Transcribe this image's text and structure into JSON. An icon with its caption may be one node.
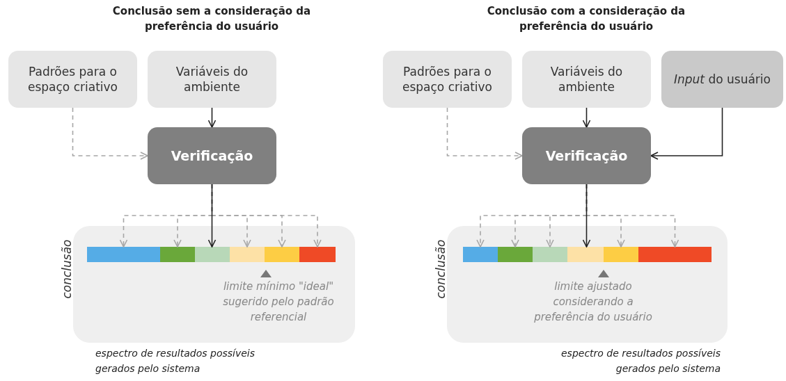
{
  "diagram": {
    "nodes": [
      {
        "text": [
          "Padrões para o espaço criativo"
        ]
      },
      {
        "text": [
          "Variáveis do ambiente"
        ]
      },
      {
        "text": [
          "Verificação"
        ]
      },
      {
        "text": [
          "conclusão",
          "limite mínimo \"ideal\" sugerido pelo padrão referencial"
        ],
        "beside": [
          "espectro de resultados possíveis gerados pelo sistema"
        ]
      },
      {
        "text": [],
        "shape": "bar",
        "in": 3
      },
      {
        "text": [],
        "shape": "bar",
        "in": 3
      },
      {
        "text": [],
        "shape": "bar",
        "in": 3
      },
      {
        "text": [],
        "shape": "bar",
        "in": 3
      },
      {
        "text": [],
        "shape": "bar",
        "in": 3
      },
      {
        "text": [],
        "shape": "bar",
        "in": 3
      },
      {
        "text": [
          "Padrões para o espaço criativo"
        ]
      },
      {
        "text": [
          "Variáveis do ambiente"
        ]
      },
      {
        "text": [
          "*Input* do usuário"
        ]
      },
      {
        "text": [
          "Verificação"
        ]
      },
      {
        "text": [
          "conclusão",
          "limite ajustado considerando a preferência do usuário"
        ],
        "beside": [
          "espectro de resultados possíveis gerados pelo sistema"
        ]
      },
      {
        "text": [],
        "shape": "bar",
        "in": 14
      },
      {
        "text": [],
        "shape": "bar",
        "in": 14
      },
      {
        "text": [],
        "shape": "bar",
        "in": 14
      },
      {
        "text": [],
        "shape": "bar",
        "in": 14
      },
      {
        "text": [],
        "shape": "bar",
        "in": 14
      },
      {
        "text": [],
        "shape": "bar",
        "in": 14
      }
    ],
    "edges": [
      {
        "from": 0,
        "to": 2,
        "arrow": "to",
        "style": "dashed"
      },
      {
        "from": 1,
        "to": 2,
        "arrow": "to",
        "color": "#222222"
      },
      {
        "from": 2,
        "to": 4,
        "arrow": "to",
        "style": "dashed"
      },
      {
        "from": 2,
        "to": 5,
        "arrow": "to",
        "style": "dashed"
      },
      {
        "from": 2,
        "to": 6,
        "arrow": "to",
        "color": "#222222"
      },
      {
        "from": 2,
        "to": 7,
        "arrow": "to",
        "style": "dashed"
      },
      {
        "from": 2,
        "to": 8,
        "arrow": "to",
        "style": "dashed"
      },
      {
        "from": 2,
        "to": 9,
        "arrow": "to",
        "style": "dashed"
      },
      {
        "from": 10,
        "to": 13,
        "arrow": "to",
        "style": "dashed"
      },
      {
        "from": 11,
        "to": 13,
        "arrow": "to",
        "color": "#222222"
      },
      {
        "from": 12,
        "to": 13,
        "arrow": "to",
        "color": "#222222"
      },
      {
        "from": 13,
        "to": 15,
        "arrow": "to",
        "style": "dashed"
      },
      {
        "from": 13,
        "to": 16,
        "arrow": "to",
        "style": "dashed"
      },
      {
        "from": 13,
        "to": 17,
        "arrow": "to",
        "style": "dashed"
      },
      {
        "from": 13,
        "to": 18,
        "arrow": "to",
        "color": "#222222"
      },
      {
        "from": 13,
        "to": 19,
        "arrow": "to",
        "style": "dashed"
      },
      {
        "from": 13,
        "to": 20,
        "arrow": "to",
        "style": "dashed"
      }
    ],
    "labels": [
      "Conclusão sem a consideração da preferência do usuário",
      "Conclusão com a consideração da preferência do usuário"
    ]
  }
}
